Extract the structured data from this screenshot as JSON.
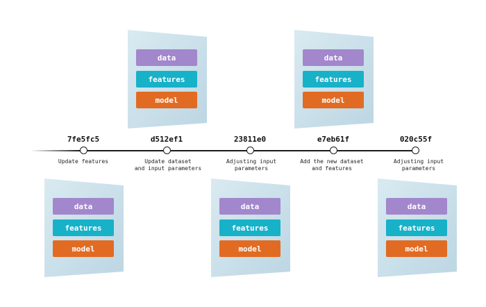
{
  "commits": [
    {
      "hash": "7fe5fc5",
      "message": "Update features"
    },
    {
      "hash": "d512ef1",
      "message": "Update dataset\nand input parameters"
    },
    {
      "hash": "23811e0",
      "message": "Adjusting input\nparameters"
    },
    {
      "hash": "e7eb61f",
      "message": "Add the new dataset\nand features"
    },
    {
      "hash": "020c55f",
      "message": "Adjusting input\nparameters"
    }
  ],
  "snapshot_labels": {
    "data": "data",
    "features": "features",
    "model": "model"
  },
  "colors": {
    "data": "#a287cc",
    "features": "#17b1c8",
    "model": "#e16b23",
    "panel": "#cfe3ec",
    "line": "#1a1a1a"
  }
}
